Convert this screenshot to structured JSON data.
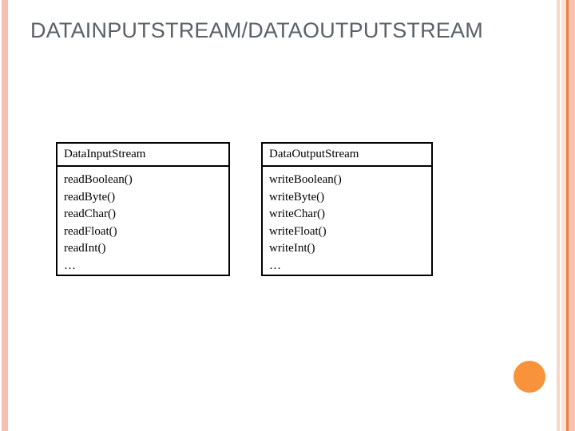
{
  "slide": {
    "title": "DATAINPUTSTREAM/DATAOUTPUTSTREAM",
    "background_color": "#ffffff",
    "title_color": "#5a6069"
  },
  "decor": {
    "left_stripe_color": "#f6bfae",
    "right_stripe_colors": [
      "#f9d6c6",
      "#fbe2d6",
      "#e8814a",
      "#f8c3ae"
    ],
    "bullet_circle_color": "#f8933b"
  },
  "diagram": {
    "type": "uml-class-boxes",
    "boxes": [
      {
        "name": "DataInputStream",
        "methods": [
          "readBoolean()",
          "readByte()",
          "readChar()",
          "readFloat()",
          "readInt()",
          "…"
        ]
      },
      {
        "name": "DataOutputStream",
        "methods": [
          "writeBoolean()",
          "writeByte()",
          "writeChar()",
          "writeFloat()",
          "writeInt()",
          "…"
        ]
      }
    ]
  }
}
